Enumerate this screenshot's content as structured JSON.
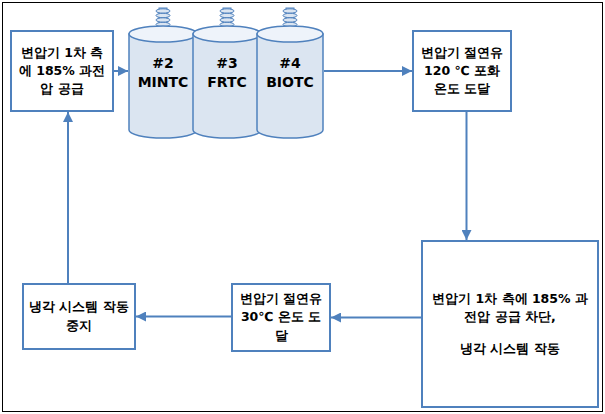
{
  "diagram": {
    "nodes": [
      {
        "text": [
          "변압기 1차 측에 185% 과전압 공급"
        ]
      },
      {
        "text": [
          "#2 MINTC"
        ]
      },
      {
        "text": [
          "#3 FRTC"
        ]
      },
      {
        "text": [
          "#4 BIOTC"
        ]
      },
      {
        "text": [
          "변압기 절연유 120 ℃ 포화 온도 도달"
        ]
      },
      {
        "text": [
          "변압기 1차 측에 185% 과전압 공급 차단,",
          "냉각 시스템 작동"
        ]
      },
      {
        "text": [
          "변압기 절연유 30℃ 온도 도달"
        ]
      },
      {
        "text": [
          "냉각 시스템 작동 중지"
        ]
      }
    ],
    "edges": [
      {
        "from": 0,
        "to": 1,
        "arrow": "to"
      },
      {
        "from": 3,
        "to": 4,
        "arrow": "to"
      },
      {
        "from": 4,
        "to": 5,
        "arrow": "to"
      },
      {
        "from": 5,
        "to": 6,
        "arrow": "to"
      },
      {
        "from": 6,
        "to": 7,
        "arrow": "to"
      },
      {
        "from": 7,
        "to": 0,
        "arrow": "to"
      }
    ]
  }
}
